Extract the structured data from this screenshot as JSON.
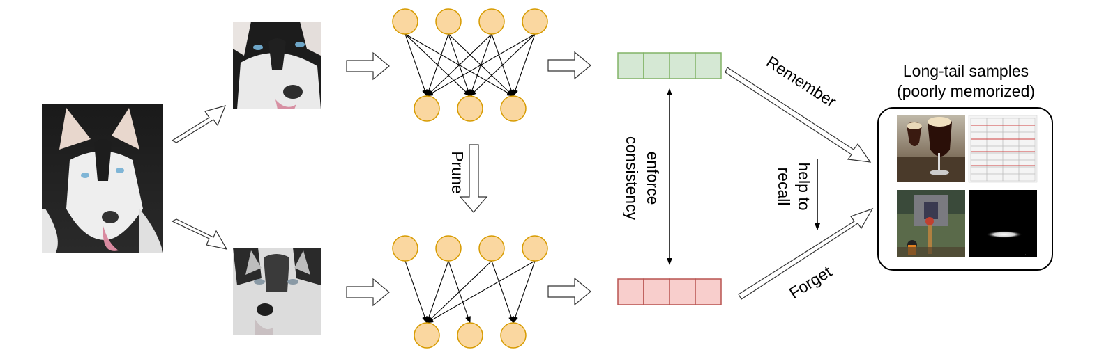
{
  "labels": {
    "prune": "Prune",
    "enforce_line1": "enforce",
    "enforce_line2": "consistency",
    "remember": "Remember",
    "forget": "Forget",
    "help_line1": "help to",
    "help_line2": "recall",
    "longtail_line1": "Long-tail samples",
    "longtail_line2": "(poorly memorized)"
  },
  "colors": {
    "neuron_fill": "#fad7a0",
    "neuron_stroke": "#d79b00",
    "embedding_green_fill": "#d5e8d4",
    "embedding_green_stroke": "#82b366",
    "embedding_red_fill": "#f8cecc",
    "embedding_red_stroke": "#b85450"
  },
  "images": {
    "original": "husky-photo",
    "aug_top": "husky-crop-color",
    "aug_bottom": "husky-crop-grayscale",
    "samples": [
      "beer-glasses-photo",
      "table-document-image",
      "game-scene-image",
      "dark-spotlight-image"
    ]
  },
  "networks": {
    "dense_connections": [
      [
        0,
        0
      ],
      [
        0,
        1
      ],
      [
        0,
        2
      ],
      [
        1,
        0
      ],
      [
        1,
        1
      ],
      [
        1,
        2
      ],
      [
        2,
        0
      ],
      [
        2,
        1
      ],
      [
        2,
        2
      ],
      [
        3,
        0
      ],
      [
        3,
        1
      ],
      [
        3,
        2
      ]
    ],
    "pruned_connections": [
      [
        0,
        0
      ],
      [
        1,
        0
      ],
      [
        1,
        1
      ],
      [
        2,
        0
      ],
      [
        2,
        2
      ],
      [
        3,
        0
      ],
      [
        3,
        2
      ]
    ]
  }
}
